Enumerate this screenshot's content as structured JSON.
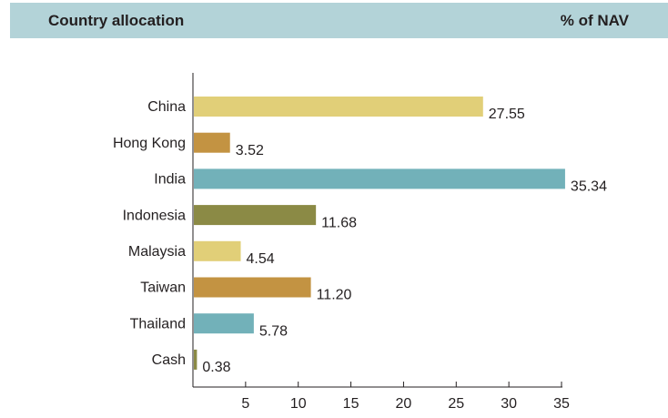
{
  "header": {
    "title": "Country allocation",
    "unit_label": "% of NAV",
    "background_color": "#b3d3d8"
  },
  "chart_data": {
    "type": "bar",
    "orientation": "horizontal",
    "categories": [
      "China",
      "Hong Kong",
      "India",
      "Indonesia",
      "Malaysia",
      "Taiwan",
      "Thailand",
      "Cash"
    ],
    "values": [
      27.55,
      3.52,
      35.34,
      11.68,
      4.54,
      11.2,
      5.78,
      0.38
    ],
    "value_labels": [
      "27.55",
      "3.52",
      "35.34",
      "11.68",
      "4.54",
      "11.20",
      "5.78",
      "0.38"
    ],
    "colors": [
      "#e1cf78",
      "#c39342",
      "#72b1b9",
      "#8b8a45",
      "#e1cf78",
      "#c39342",
      "#72b1b9",
      "#8b8a45"
    ],
    "xlim": [
      0,
      35
    ],
    "xticks": [
      5,
      10,
      15,
      20,
      25,
      30,
      35
    ],
    "title": "",
    "xlabel": "",
    "ylabel": "",
    "grid": false,
    "legend": "none"
  }
}
